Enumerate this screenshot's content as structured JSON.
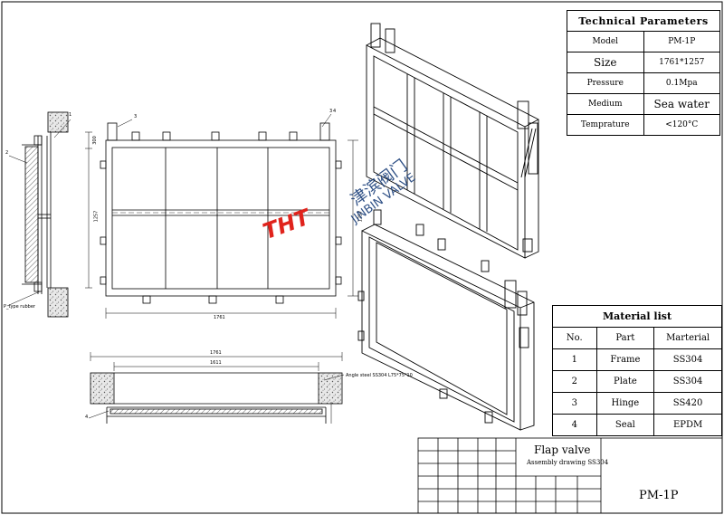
{
  "technical_parameters": {
    "title": "Technical Parameters",
    "rows": [
      {
        "label": "Model",
        "value": "PM-1P"
      },
      {
        "label": "Size",
        "value": "1761*1257"
      },
      {
        "label": "Pressure",
        "value": "0.1Mpa"
      },
      {
        "label": "Medium",
        "value": "Sea water"
      },
      {
        "label": "Temprature",
        "value": "<120°C"
      }
    ]
  },
  "material_list": {
    "title": "Material list",
    "headers": [
      "No.",
      "Part",
      "Marterial"
    ],
    "rows": [
      [
        "1",
        "Frame",
        "SS304"
      ],
      [
        "2",
        "Plate",
        "SS304"
      ],
      [
        "3",
        "Hinge",
        "SS420"
      ],
      [
        "4",
        "Seal",
        "EPDM"
      ]
    ]
  },
  "title_block": {
    "name": "Flap valve",
    "subtitle": "Assembly drawing SS304",
    "code": "PM-1P"
  },
  "annotations": {
    "p_type_rubber": "P_type rubber",
    "angle_steel": "Angle steel SS304 L75*75*10",
    "width_total": "1761",
    "width_inner": "1611",
    "height_total": "1257",
    "height_total_b": "1257",
    "dim_top": "300",
    "callouts": [
      "1",
      "2",
      "3",
      "4",
      "3",
      "4"
    ]
  },
  "watermark": {
    "logo": "THT",
    "chinese": "津滨阀门",
    "english": "JINBIN VALVE"
  },
  "colors": {
    "line": "#000000",
    "logo_red": "#e0231c",
    "watermark_blue": "#1a3f7a"
  }
}
